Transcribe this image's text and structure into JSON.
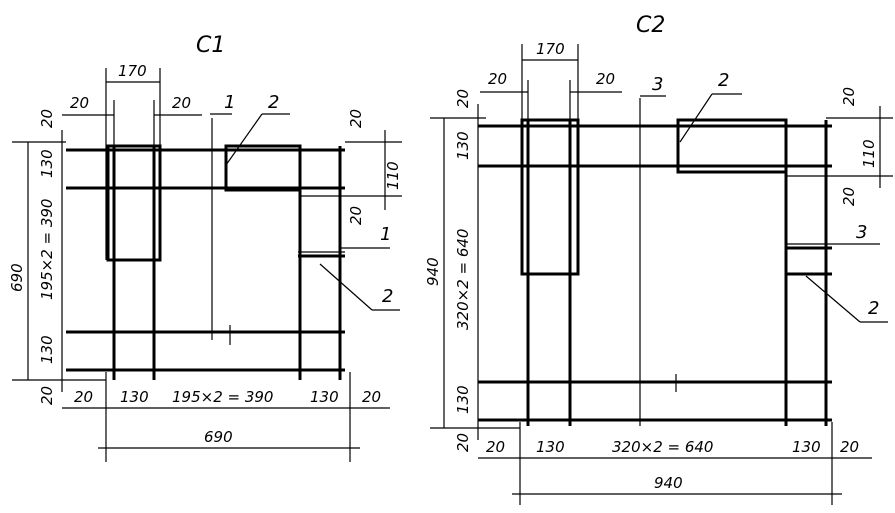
{
  "c1": {
    "title": "С1",
    "dim_top": "170",
    "dim_left_20": "20",
    "dim_right_20": "20",
    "mark_1": "1",
    "mark_2": "2",
    "mark_1b": "1",
    "mark_2b": "2",
    "right_20_top": "20",
    "right_110": "110",
    "right_20_mid": "20",
    "v_20_top": "20",
    "v_130_top": "130",
    "v_middle": "195×2 = 390",
    "v_130_bottom": "130",
    "v_20_bottom": "20",
    "v_total": "690",
    "b_20_left": "20",
    "b_130_left": "130",
    "b_middle": "195×2 = 390",
    "b_130_right": "130",
    "b_20_right": "20",
    "b_total": "690"
  },
  "c2": {
    "title": "С2",
    "dim_top": "170",
    "dim_left_20": "20",
    "dim_right_20": "20",
    "mark_3": "3",
    "mark_2": "2",
    "mark_3b": "3",
    "mark_2b": "2",
    "right_20_top": "20",
    "right_110": "110",
    "right_20_mid": "20",
    "v_20_top": "20",
    "v_130_top": "130",
    "v_middle": "320×2 = 640",
    "v_130_bottom": "130",
    "v_20_bottom": "20",
    "v_total": "940",
    "b_20_left": "20",
    "b_130_left": "130",
    "b_middle": "320×2 = 640",
    "b_130_right": "130",
    "b_20_right": "20",
    "b_total": "940"
  }
}
